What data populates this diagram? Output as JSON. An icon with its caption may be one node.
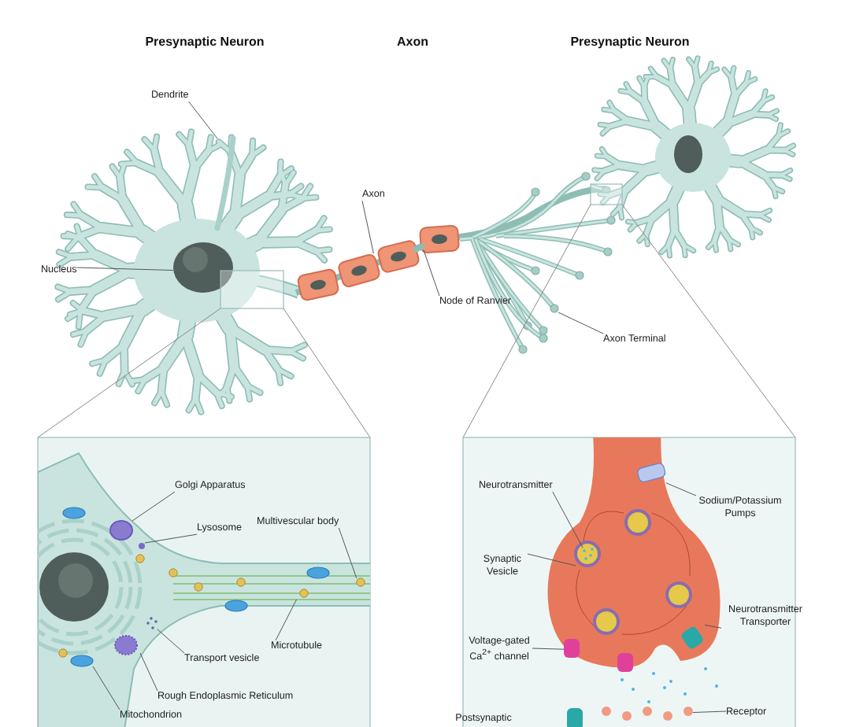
{
  "diagram": {
    "nodes": [
      {
        "text": [
          "Dendrite"
        ]
      },
      {
        "text": [
          "Axon"
        ]
      },
      {
        "text": [
          "Nucleus"
        ]
      },
      {
        "text": [
          "Node of Ranvier"
        ]
      },
      {
        "text": [
          "Axon Terminal"
        ]
      },
      {
        "text": [
          "Golgi Apparatus"
        ]
      },
      {
        "text": [
          "Lysosome"
        ]
      },
      {
        "text": [
          "Multivescular body"
        ]
      },
      {
        "text": [
          "Microtubule"
        ]
      },
      {
        "text": [
          "Transport vesicle"
        ]
      },
      {
        "text": [
          "Rough Endoplasmic Reticulum"
        ]
      },
      {
        "text": [
          "Mitochondrion"
        ]
      },
      {
        "text": [
          "Neurotransmitter"
        ]
      },
      {
        "text": [
          "Sodium/Potassium Pumps"
        ]
      },
      {
        "text": [
          "Synaptic Vesicle"
        ]
      },
      {
        "text": [
          "Neurotransmitter Transporter"
        ]
      },
      {
        "text": [
          "Voltage-gated Ca$^{2+}$ channel"
        ]
      },
      {
        "text": [
          "Receptor"
        ]
      },
      {
        "text": [],
        "shape": "picture"
      },
      {
        "text": [],
        "shape": "picture"
      },
      {
        "text": [],
        "shape": "picture"
      },
      {
        "text": [],
        "shape": "picture"
      },
      {
        "text": [],
        "shape": "circle"
      },
      {
        "text": [],
        "shape": "circle"
      },
      {
        "text": [],
        "shape": "circle"
      },
      {
        "text": [],
        "shape": "circle"
      },
      {
        "text": [],
        "shape": "picture"
      },
      {
        "text": [],
        "shape": "picture"
      },
      {
        "text": [],
        "shape": "picture"
      },
      {
        "text": [],
        "shape": "circle"
      },
      {
        "text": [],
        "shape": "picture",
        "in": 32
      },
      {
        "text": [],
        "shape": "box"
      },
      {
        "text": [],
        "shape": "picture"
      },
      {
        "text": [],
        "shape": "box"
      },
      {
        "text": [],
        "shape": "box"
      },
      {
        "text": [],
        "shape": "circle"
      }
    ],
    "edges": [
      {
        "from": 0,
        "to": 18,
        "arrow": "none"
      },
      {
        "from": 1,
        "to": 19,
        "arrow": "none"
      },
      {
        "from": 2,
        "to": 20,
        "arrow": "none"
      },
      {
        "from": 3,
        "to": 21,
        "arrow": "none"
      },
      {
        "from": 4,
        "to": 22,
        "arrow": "none"
      },
      {
        "from": 5,
        "to": 23,
        "arrow": "none"
      },
      {
        "from": 6,
        "to": 24,
        "arrow": "none"
      },
      {
        "from": 7,
        "to": 25,
        "arrow": "none"
      },
      {
        "from": 8,
        "to": 26,
        "arrow": "none"
      },
      {
        "from": 9,
        "to": 27,
        "arrow": "none"
      },
      {
        "from": 10,
        "to": 28,
        "arrow": "none"
      },
      {
        "from": 11,
        "to": 29,
        "arrow": "none"
      },
      {
        "from": 12,
        "to": 30,
        "arrow": "none"
      },
      {
        "from": 13,
        "to": 31,
        "arrow": "none"
      },
      {
        "from": 14,
        "to": 32,
        "arrow": "none"
      },
      {
        "from": 15,
        "to": 33,
        "arrow": "none"
      },
      {
        "from": 16,
        "to": 34,
        "arrow": "none"
      },
      {
        "from": 17,
        "to": 35,
        "arrow": "none"
      }
    ],
    "labels": [
      "Presynaptic Neuron",
      "Axon",
      "Presynaptic Neuron",
      "Postsynaptic"
    ]
  }
}
